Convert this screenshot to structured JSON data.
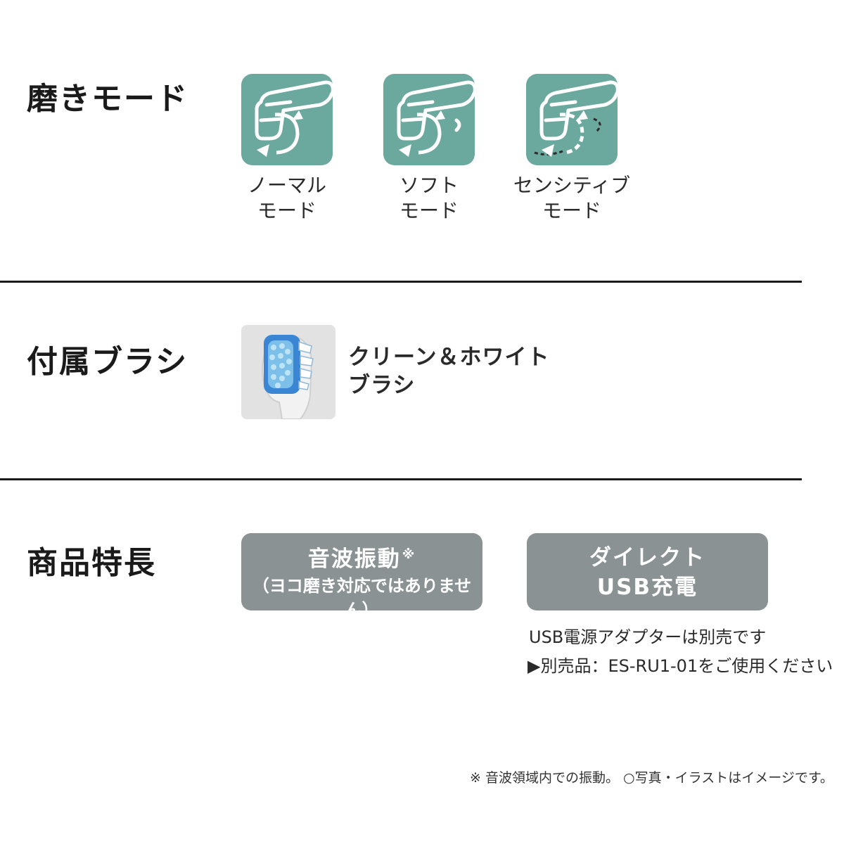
{
  "sections": {
    "modes": {
      "title": "磨きモード",
      "items": [
        {
          "line1": "ノーマル",
          "line2": "モード",
          "icon": "normal-mode-icon"
        },
        {
          "line1": "ソフト",
          "line2": "モード",
          "icon": "soft-mode-icon"
        },
        {
          "line1": "センシティブ",
          "line2": "モード",
          "icon": "sensitive-mode-icon"
        }
      ]
    },
    "brush": {
      "title": "付属ブラシ",
      "name_line1": "クリーン＆ホワイト",
      "name_line2": "ブラシ"
    },
    "features": {
      "title": "商品特長",
      "box1_main": "音波振動",
      "box1_mark": "※",
      "box1_sub": "（ヨコ磨き対応ではありません）",
      "box2_line1": "ダイレクト",
      "box2_line2": "USB充電",
      "note1": "USB電源アダプターは別売です",
      "note2": "▶別売品：ES-RU1-01をご使用ください"
    }
  },
  "footnote": "※ 音波領域内での振動。 ○写真・イラストはイメージです。",
  "colors": {
    "mode_tile": "#6ba89d",
    "feature_box": "#8b9293",
    "text": "#1a1a1a"
  }
}
